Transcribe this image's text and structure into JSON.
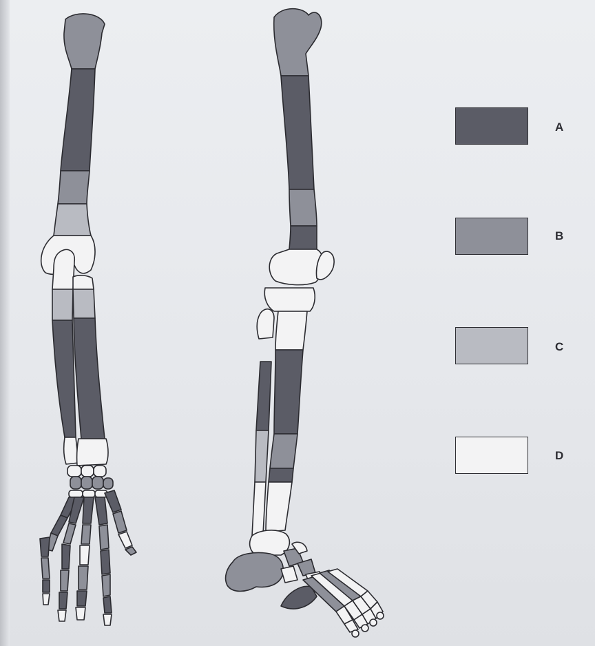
{
  "legend": {
    "items": [
      {
        "label": "A",
        "color": "#5b5c66"
      },
      {
        "label": "B",
        "color": "#8e9099"
      },
      {
        "label": "C",
        "color": "#b9bbc2"
      },
      {
        "label": "D",
        "color": "#f3f3f4"
      }
    ]
  }
}
